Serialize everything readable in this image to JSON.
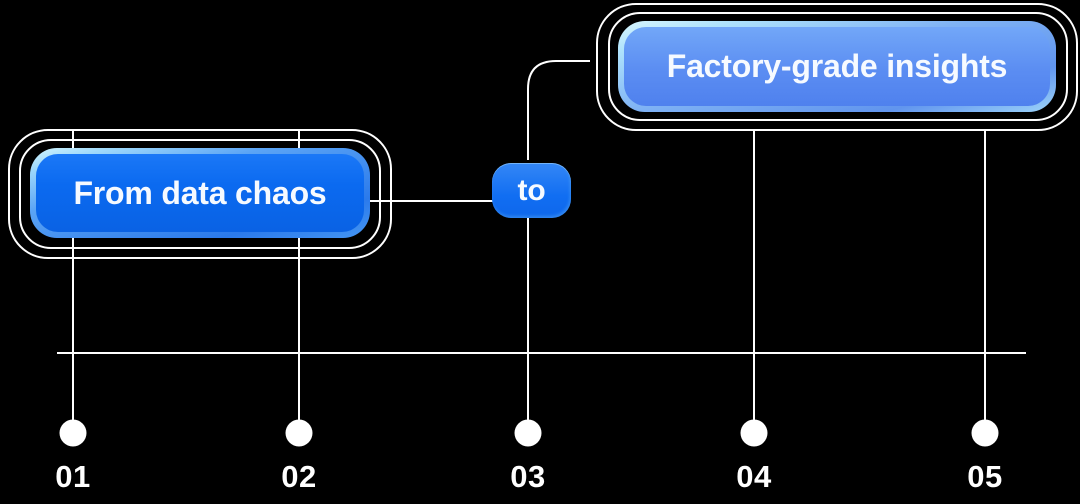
{
  "page": {
    "background": "#000000",
    "description": "From data chaos to Factory-grade insights timeline diagram"
  },
  "flow": {
    "from_badge": {
      "label": "From data chaos"
    },
    "connector_badge": {
      "label": "to"
    },
    "result_badge": {
      "label": "Factory-grade insights"
    }
  },
  "timeline": {
    "milestones": [
      {
        "label": "01"
      },
      {
        "label": "02"
      },
      {
        "label": "03"
      },
      {
        "label": "04"
      },
      {
        "label": "05"
      }
    ]
  },
  "colors": {
    "page_bg": "#000000",
    "line": "#ffffff",
    "text": "#f6faff",
    "badge_primary_fill": "#0b6cf3",
    "badge_secondary_fill": "#5a8df2",
    "badge_bevel_light": "#bfeefe"
  }
}
